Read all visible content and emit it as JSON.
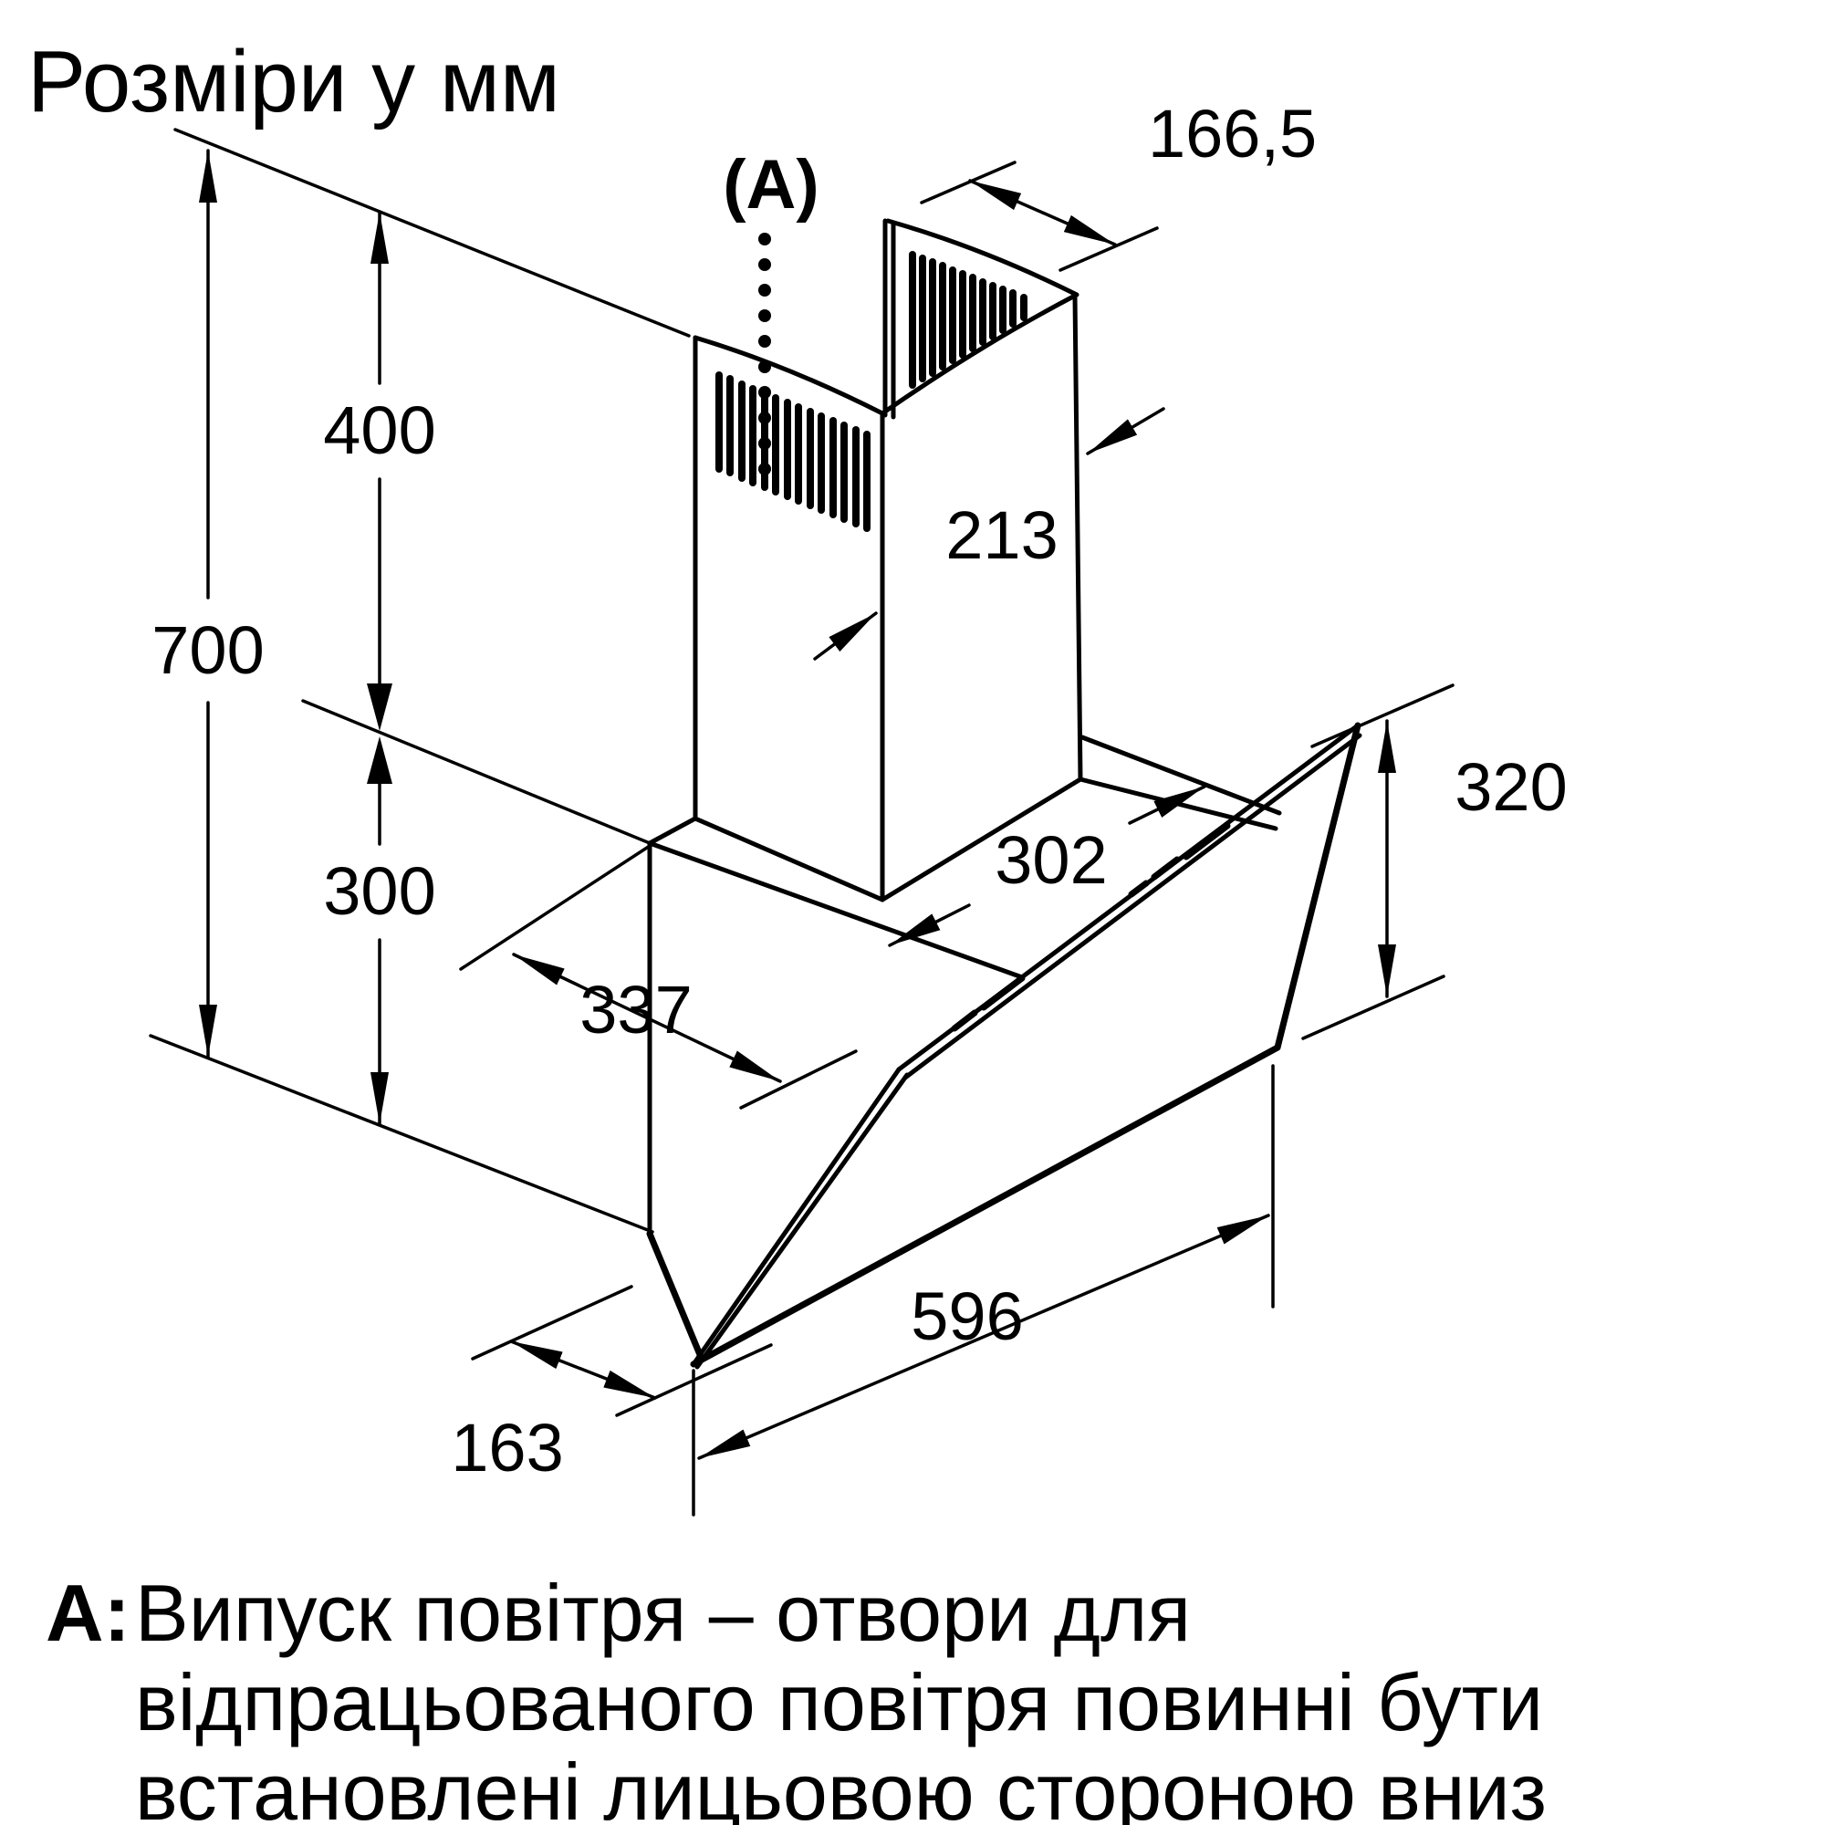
{
  "title": "Розміри у мм",
  "marker": {
    "label": "(A)"
  },
  "dims": {
    "chimney_top_width": "166,5",
    "chimney_depth": "213",
    "upper_section_height": "400",
    "total_height": "700",
    "lower_section_height": "300",
    "housing_top_depth": "302",
    "body_depth": "337",
    "front_panel_height": "320",
    "hood_width": "596",
    "bottom_depth": "163"
  },
  "note": {
    "prefix": "A:",
    "line1": "Випуск повітря – отвори для",
    "line2": "відпрацьованого повітря повинні бути",
    "line3": "встановлені лицьовою стороною вниз"
  },
  "colors": {
    "background": "#ffffff",
    "line": "#000000"
  }
}
